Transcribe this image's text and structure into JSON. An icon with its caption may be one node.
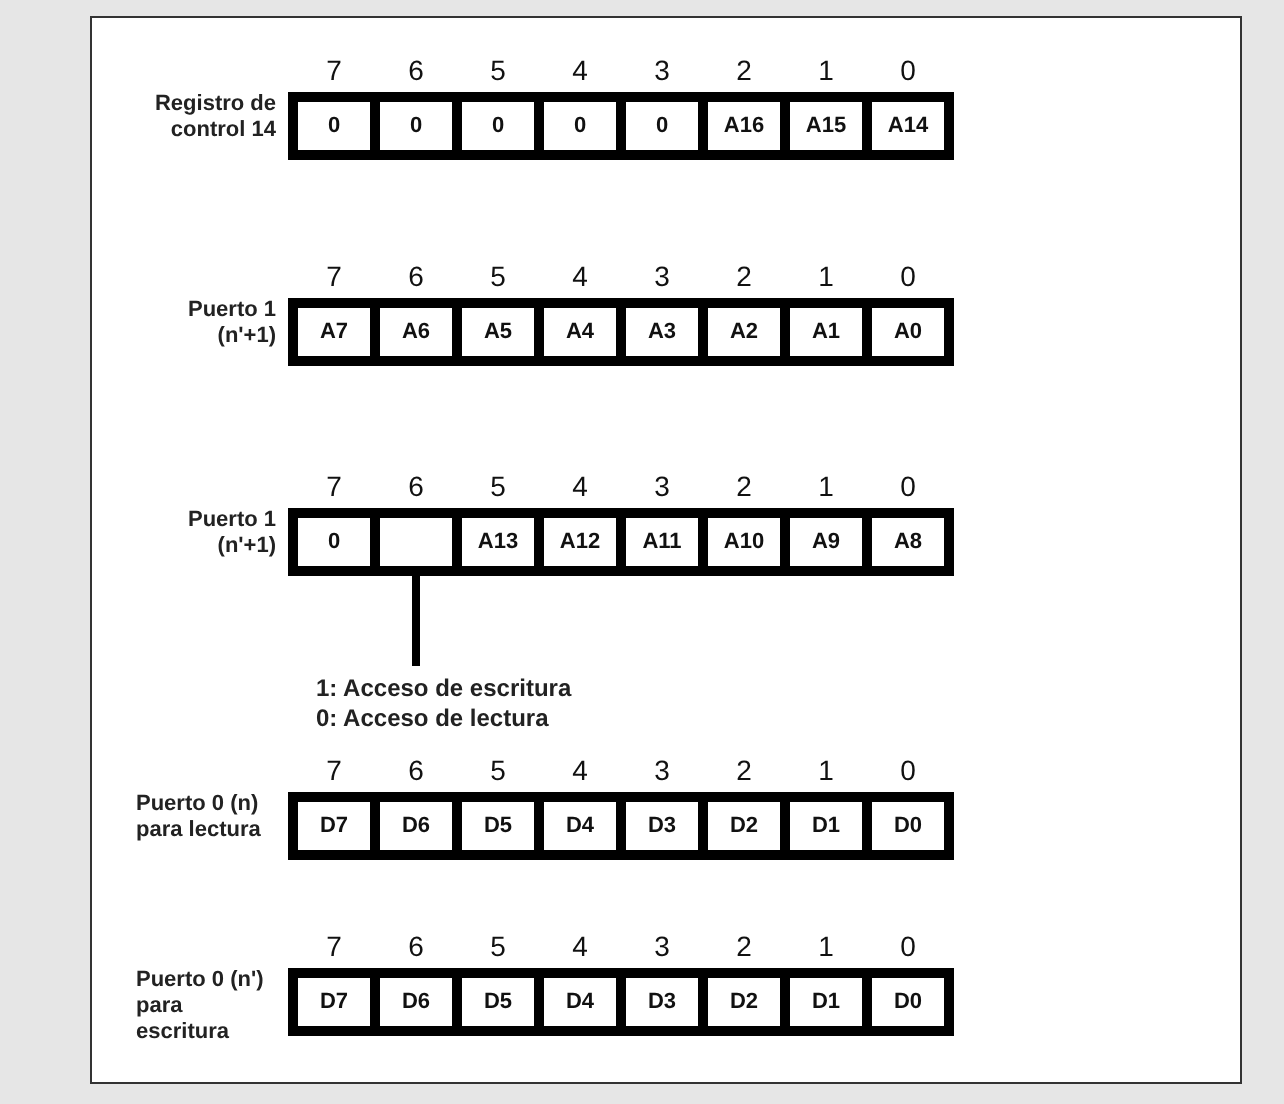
{
  "diagram": {
    "nodes": [
      {
        "text": [
          "Registro de control 14"
        ]
      },
      {
        "text": [
          "0"
        ],
        "in": 0
      },
      {
        "text": [
          "0"
        ],
        "in": 0
      },
      {
        "text": [
          "0"
        ],
        "in": 0
      },
      {
        "text": [
          "0"
        ],
        "in": 0
      },
      {
        "text": [
          "0"
        ],
        "in": 0
      },
      {
        "text": [
          "A16"
        ],
        "in": 0
      },
      {
        "text": [
          "A15"
        ],
        "in": 0
      },
      {
        "text": [
          "A14"
        ],
        "in": 0
      },
      {
        "text": [
          "Puerto 1 (n'+1)"
        ]
      },
      {
        "text": [
          "A7"
        ],
        "in": 9
      },
      {
        "text": [
          "A6"
        ],
        "in": 9
      },
      {
        "text": [
          "A5"
        ],
        "in": 9
      },
      {
        "text": [
          "A4"
        ],
        "in": 9
      },
      {
        "text": [
          "A3"
        ],
        "in": 9
      },
      {
        "text": [
          "A2"
        ],
        "in": 9
      },
      {
        "text": [
          "A1"
        ],
        "in": 9
      },
      {
        "text": [
          "A0"
        ],
        "in": 9
      },
      {
        "text": [
          "Puerto 1 (n'+1)"
        ]
      },
      {
        "text": [
          "0"
        ],
        "in": 18
      },
      {
        "text": [],
        "shape": "box",
        "in": 18
      },
      {
        "text": [
          "A13"
        ],
        "in": 18
      },
      {
        "text": [
          "A12"
        ],
        "in": 18
      },
      {
        "text": [
          "A11"
        ],
        "in": 18
      },
      {
        "text": [
          "A10"
        ],
        "in": 18
      },
      {
        "text": [
          "A9"
        ],
        "in": 18
      },
      {
        "text": [
          "A8"
        ],
        "in": 18
      },
      {
        "text": [
          "1: Acceso de escritura",
          "0: Acceso de lectura"
        ]
      },
      {
        "text": [
          "Puerto 0 (n) para lectura"
        ]
      },
      {
        "text": [
          "D7"
        ],
        "in": 28
      },
      {
        "text": [
          "D6"
        ],
        "in": 28
      },
      {
        "text": [
          "D5"
        ],
        "in": 28
      },
      {
        "text": [
          "D4"
        ],
        "in": 28
      },
      {
        "text": [
          "D3"
        ],
        "in": 28
      },
      {
        "text": [
          "D2"
        ],
        "in": 28
      },
      {
        "text": [
          "D1"
        ],
        "in": 28
      },
      {
        "text": [
          "D0"
        ],
        "in": 28
      },
      {
        "text": [
          "Puerto 0 (n') para escritura"
        ]
      },
      {
        "text": [
          "D7"
        ],
        "in": 37
      },
      {
        "text": [
          "D6"
        ],
        "in": 37
      },
      {
        "text": [
          "D5"
        ],
        "in": 37
      },
      {
        "text": [
          "D4"
        ],
        "in": 37
      },
      {
        "text": [
          "D3"
        ],
        "in": 37
      },
      {
        "text": [
          "D2"
        ],
        "in": 37
      },
      {
        "text": [
          "D1"
        ],
        "in": 37
      },
      {
        "text": [
          "D0"
        ],
        "in": 37
      }
    ],
    "edges": [
      {
        "from": 27,
        "to": 20,
        "arrow": "none"
      }
    ],
    "labels": [
      "7",
      "6",
      "5",
      "4",
      "3",
      "2",
      "1",
      "0",
      "7",
      "6",
      "5",
      "4",
      "3",
      "2",
      "1",
      "0",
      "7",
      "6",
      "5",
      "4",
      "3",
      "2",
      "1",
      "0",
      "7",
      "6",
      "5",
      "4",
      "3",
      "2",
      "1",
      "0",
      "7",
      "6",
      "5",
      "4",
      "3",
      "2",
      "1",
      "0"
    ]
  }
}
